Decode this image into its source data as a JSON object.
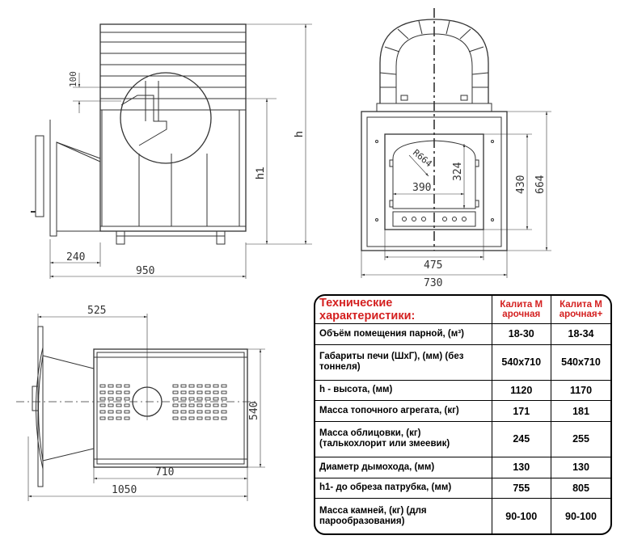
{
  "drawing": {
    "side_view": {
      "dim_100": "100",
      "dim_h1": "h1",
      "dim_h": "h",
      "dim_240": "240",
      "dim_950": "950"
    },
    "front_view": {
      "dim_r664": "R664",
      "dim_324": "324",
      "dim_390": "390",
      "dim_430": "430",
      "dim_664": "664",
      "dim_475": "475",
      "dim_730": "730"
    },
    "top_view": {
      "dim_525": "525",
      "dim_540": "540",
      "dim_710": "710",
      "dim_1050": "1050"
    }
  },
  "specs": {
    "title": "Технические характеристики:",
    "models": [
      "Калита М арочная",
      "Калита М арочная+"
    ],
    "rows": [
      {
        "param": "Объём помещения парной, (м³)",
        "values": [
          "18-30",
          "18-34"
        ]
      },
      {
        "param": "Габариты печи (ШxГ), (мм) (без тоннеля)",
        "values": [
          "540x710",
          "540x710"
        ]
      },
      {
        "param": "h - высота, (мм)",
        "values": [
          "1120",
          "1170"
        ]
      },
      {
        "param": "Масса топочного агрегата, (кг)",
        "values": [
          "171",
          "181"
        ]
      },
      {
        "param": "Масса облицовки, (кг) (талькохлорит или змеевик)",
        "values": [
          "245",
          "255"
        ]
      },
      {
        "param": "Диаметр дымохода, (мм)",
        "values": [
          "130",
          "130"
        ]
      },
      {
        "param": "h1- до обреза патрубка, (мм)",
        "values": [
          "755",
          "805"
        ]
      },
      {
        "param": "Масса камней, (кг) (для парообразования)",
        "values": [
          "90-100",
          "90-100"
        ]
      }
    ]
  }
}
